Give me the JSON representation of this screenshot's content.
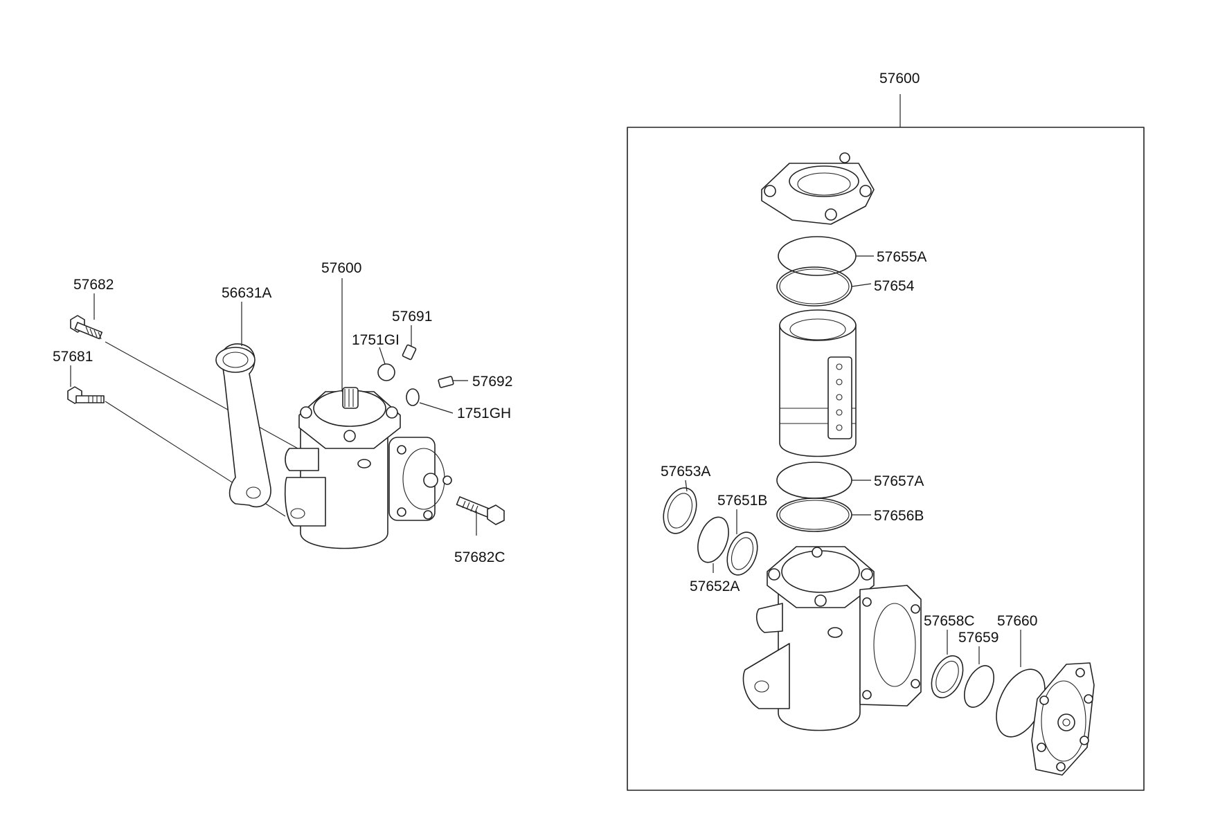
{
  "assembly_view": {
    "labels": {
      "bolt_upper": "57682",
      "pitman_arm": "56631A",
      "gear_box": "57600",
      "bolt_lower": "57681",
      "fitting_top": "57691",
      "seal_top": "1751GI",
      "fitting_side": "57692",
      "seal_side": "1751GH",
      "bolt_side": "57682C"
    }
  },
  "exploded_view": {
    "kit_label": "57600",
    "labels": {
      "ring_655a": "57655A",
      "ring_654": "57654",
      "ring_657a": "57657A",
      "ring_656b": "57656B",
      "seal_653a": "57653A",
      "seal_651b": "57651B",
      "ring_652a": "57652A",
      "seal_658c": "57658C",
      "ring_659": "57659",
      "ring_660": "57660"
    }
  }
}
